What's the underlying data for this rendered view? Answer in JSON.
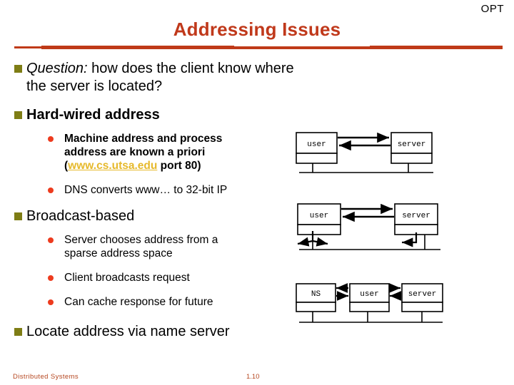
{
  "slide": {
    "corner_tag": "OPT",
    "title": "Addressing Issues",
    "title_color": "#C0391B",
    "rule_color": "#BF3A18",
    "bullet_square_color": "#7E7D15",
    "bullet_dot_color": "#ED3B1E",
    "link_color": "#E6B92B"
  },
  "body": {
    "b1_part_em": "Question:",
    "b1_part_rest": " how does the client know where the server is located?",
    "b2": "Hard-wired address",
    "b2_sub1_line1": "Machine address and process",
    "b2_sub1_line2": "address are known a priori",
    "b2_sub1_line3_open": "(",
    "b2_sub1_url": "www.cs.utsa.edu",
    "b2_sub1_line3_close": " port 80)",
    "b2_sub2": "DNS converts www… to  32-bit IP",
    "b3": "Broadcast-based",
    "b3_sub1_line1": "Server chooses address from a",
    "b3_sub1_line2": "sparse address space",
    "b3_sub2": "Client broadcasts request",
    "b3_sub3": "Can cache response for future",
    "b4": "Locate address via name server"
  },
  "diagrams": [
    {
      "id": "hard-wired",
      "caption_nodes": [
        "user",
        "server"
      ],
      "node_user": "user",
      "node_server": "server"
    },
    {
      "id": "broadcast",
      "node_user": "user",
      "node_server": "server"
    },
    {
      "id": "name-server",
      "node_ns": "NS",
      "node_user": "user",
      "node_server": "server"
    }
  ],
  "footer": {
    "left": "Distributed Systems",
    "page": "1.10"
  }
}
